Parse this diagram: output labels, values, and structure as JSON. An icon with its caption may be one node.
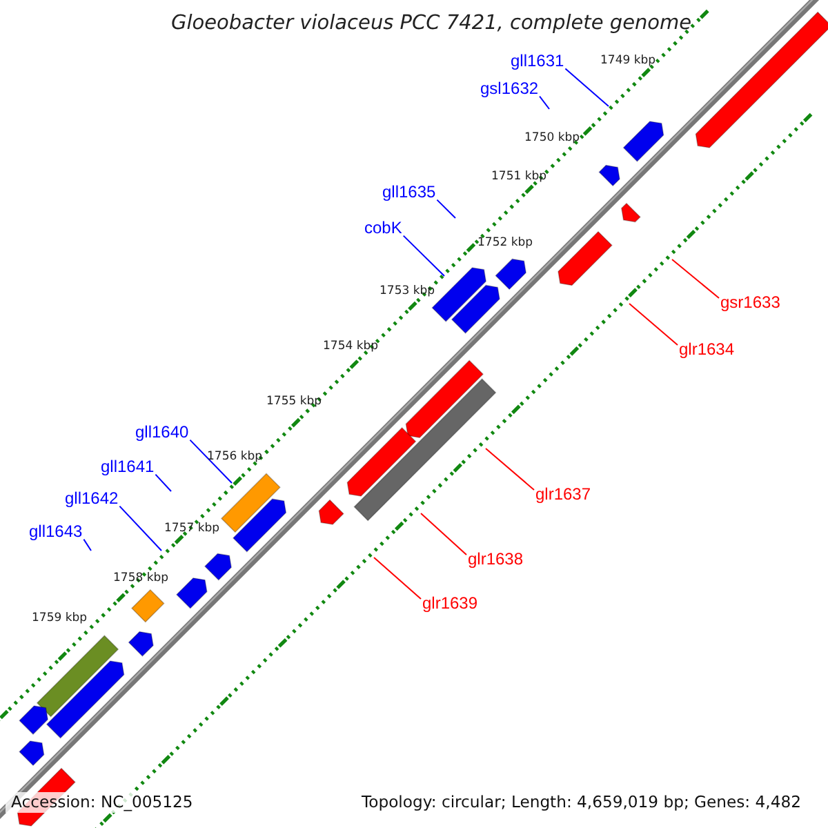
{
  "diagram": {
    "title": "Gloeobacter violaceus PCC 7421, complete genome",
    "nodes": [
      {
        "text": [
          "gll1631"
        ]
      },
      {
        "text": [
          "gsl1632"
        ]
      },
      {
        "text": [
          "gll1635"
        ]
      },
      {
        "text": [
          "cobK"
        ]
      },
      {
        "text": [
          "gsr1633"
        ]
      },
      {
        "text": [
          "glr1634"
        ]
      },
      {
        "text": [
          "gll1640"
        ]
      },
      {
        "text": [
          "gll1641"
        ]
      },
      {
        "text": [
          "glr1637"
        ]
      },
      {
        "text": [
          "gll1642"
        ]
      },
      {
        "text": [
          "gll1643"
        ]
      },
      {
        "text": [
          "glr1638"
        ]
      },
      {
        "text": [
          "glr1639"
        ]
      }
    ],
    "edges": [
      {
        "from": 0,
        "to": null,
        "arrow": "none"
      },
      {
        "from": 1,
        "to": null,
        "arrow": "none"
      },
      {
        "from": 2,
        "to": null,
        "arrow": "none"
      },
      {
        "from": 3,
        "to": null,
        "arrow": "none"
      },
      {
        "from": 4,
        "to": null,
        "arrow": "none",
        "color": "#ff0000"
      },
      {
        "from": 5,
        "to": null,
        "arrow": "none",
        "color": "#ff0000"
      },
      {
        "from": 6,
        "to": null,
        "arrow": "none"
      },
      {
        "from": 7,
        "to": null,
        "arrow": "none"
      },
      {
        "from": 8,
        "to": null,
        "arrow": "none",
        "color": "#ff0000"
      },
      {
        "from": 9,
        "to": null,
        "arrow": "none"
      },
      {
        "from": 10,
        "to": null,
        "arrow": "none"
      },
      {
        "from": 11,
        "to": null,
        "arrow": "none",
        "color": "#ff0000"
      },
      {
        "from": 12,
        "to": null,
        "arrow": "none",
        "color": "#ff0000"
      }
    ],
    "labels": [
      "1749 kbp",
      "1750 kbp",
      "1751 kbp",
      "1752 kbp",
      "1753 kbp",
      "1754 kbp",
      "1755 kbp",
      "1756 kbp",
      "1757 kbp",
      "1758 kbp",
      "1759 kbp",
      "Accession: NC_005125",
      "Topology: circular; Length: 4,659,019 bp; Genes: 4,482"
    ]
  }
}
